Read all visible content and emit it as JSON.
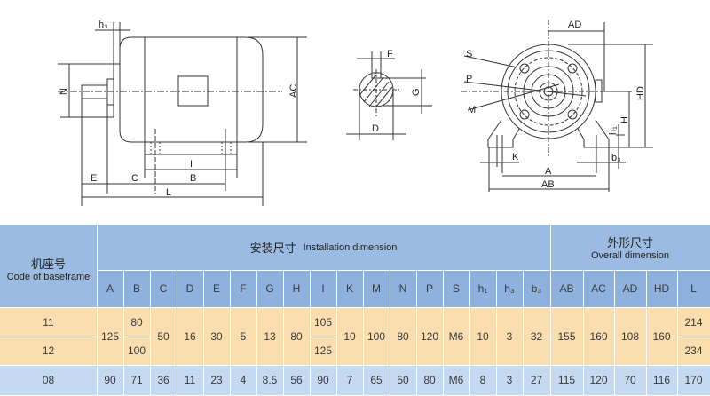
{
  "diagram": {
    "side_view_labels": {
      "h3": "h₃",
      "N": "N",
      "AC": "AC",
      "I": "I",
      "E": "E",
      "C": "C",
      "B": "B",
      "L": "L"
    },
    "shaft_section_labels": {
      "F": "F",
      "G": "G",
      "D": "D"
    },
    "front_view_labels": {
      "AD": "AD",
      "S": "S",
      "P": "P",
      "M": "M",
      "HD": "HD",
      "H": "H",
      "h1": "h₁",
      "K": "K",
      "b3": "b₃",
      "A": "A",
      "AB": "AB"
    }
  },
  "table": {
    "code_header_cn": "机座号",
    "code_header_en": "Code of baseframe",
    "install_header_cn": "安装尺寸",
    "install_header_en": "Installation dimension",
    "overall_header_cn": "外形尺寸",
    "overall_header_en": "Overall dimension",
    "install_columns": [
      "A",
      "B",
      "C",
      "D",
      "E",
      "F",
      "G",
      "H",
      "I",
      "K",
      "M",
      "N",
      "P",
      "S",
      "h₁",
      "h₃",
      "b₃"
    ],
    "overall_columns": [
      "AB",
      "AC",
      "AD",
      "HD",
      "L"
    ],
    "rows": {
      "r11": {
        "code": "11"
      },
      "r12": {
        "code": "12"
      },
      "shared_11_12": {
        "A": "125",
        "C": "50",
        "D": "16",
        "E": "30",
        "F": "5",
        "G": "13",
        "H": "80",
        "K": "10",
        "M": "100",
        "N": "80",
        "P": "120",
        "S": "M6",
        "h1": "10",
        "h3": "3",
        "b3": "32",
        "AB": "155",
        "AC": "160",
        "AD": "108",
        "HD": "160"
      },
      "split_11": {
        "B": "80",
        "I": "105",
        "L": "214"
      },
      "split_12": {
        "B": "100",
        "I": "125",
        "L": "234"
      },
      "r08": {
        "code": "08",
        "A": "90",
        "B": "71",
        "C": "36",
        "D": "11",
        "E": "23",
        "F": "4",
        "G": "8.5",
        "H": "56",
        "I": "90",
        "K": "7",
        "M": "65",
        "N": "50",
        "P": "80",
        "S": "M6",
        "h1": "8",
        "h3": "3",
        "b3": "27",
        "AB": "115",
        "AC": "120",
        "AD": "70",
        "HD": "116",
        "L": "170"
      }
    }
  }
}
